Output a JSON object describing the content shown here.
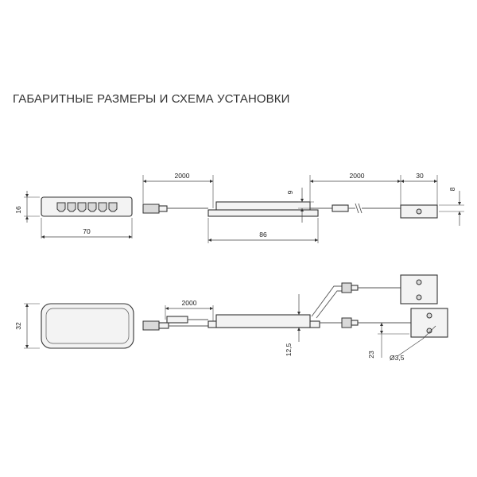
{
  "title": "ГАБАРИТНЫЕ РАЗМЕРЫ И СХЕМА УСТАНОВКИ",
  "dims": {
    "height_16": "16",
    "width_70": "70",
    "cable_2000_top_left": "2000",
    "height_9": "9",
    "cable_2000_top_right": "2000",
    "length_86": "86",
    "plate_30": "30",
    "plate_8": "8",
    "height_32": "32",
    "cable_2000_bottom": "2000",
    "depth_12_5": "12,5",
    "dist_23": "23",
    "hole_3_5": "Ø3,5"
  }
}
